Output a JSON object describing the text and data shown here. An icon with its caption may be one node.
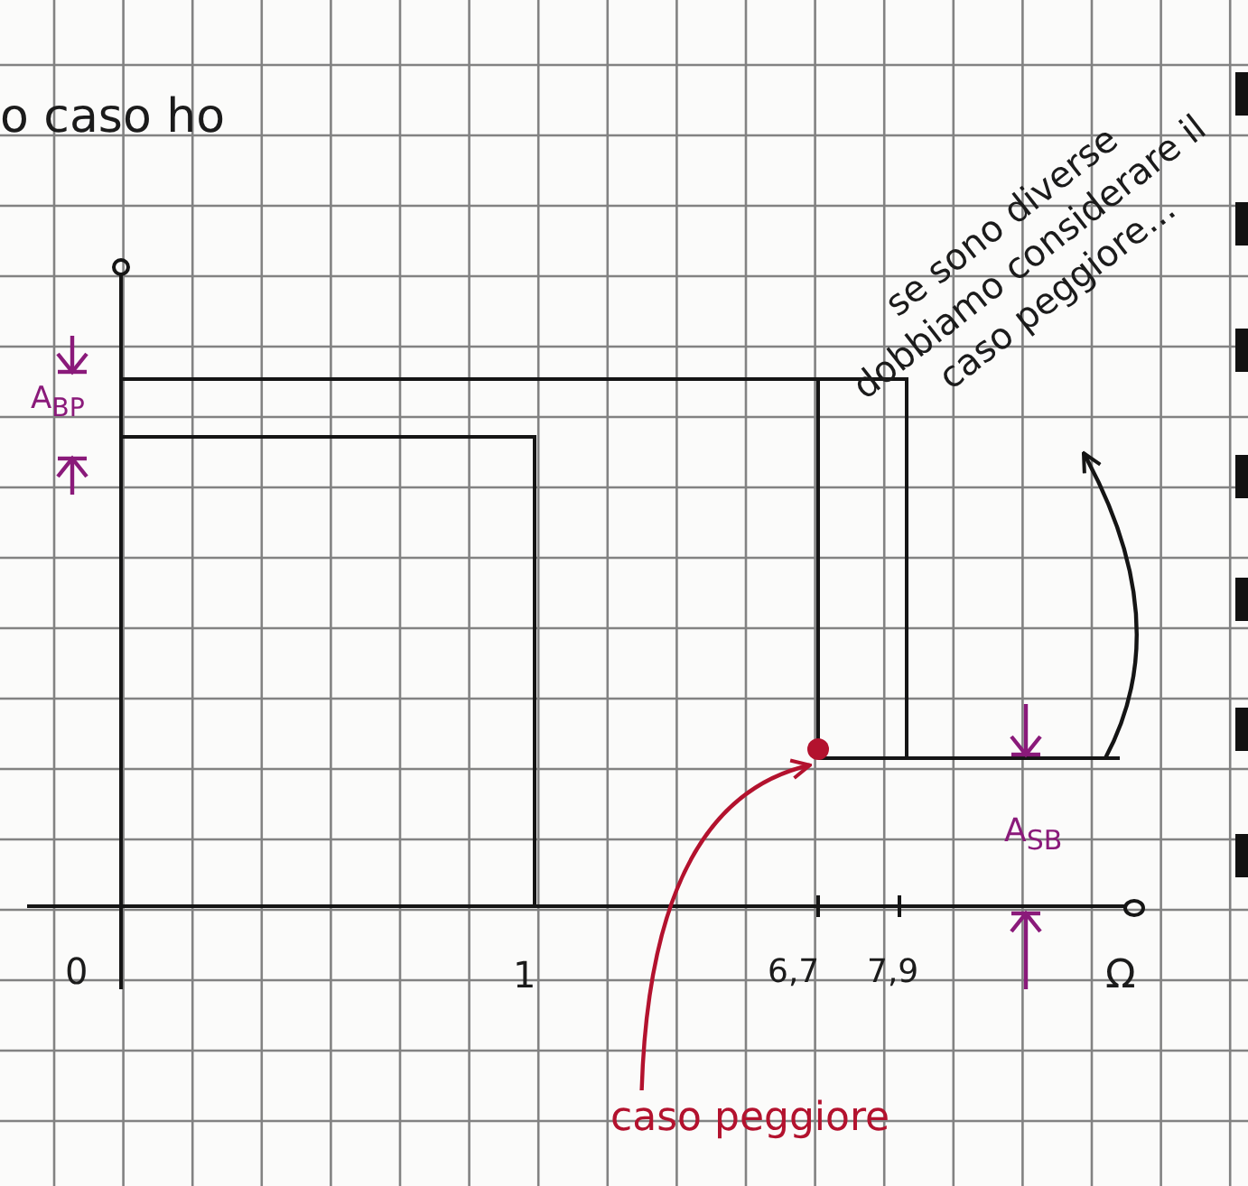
{
  "diagram": {
    "nodes": [
      {
        "text": [
          "se sono diverse dobbiamo considerare il caso peggiore..."
        ]
      },
      {
        "text": [
          "caso peggiore"
        ]
      },
      {
        "text": [],
        "shape": "circle"
      }
    ],
    "edges": [
      {
        "from": null,
        "to": 0,
        "arrow": "to"
      },
      {
        "from": 1,
        "to": 2,
        "arrow": "to",
        "color": "#b3122e"
      }
    ],
    "labels": [
      "o caso ho",
      "A$_{BP}$",
      "A$_{SB}$",
      "0",
      "1",
      "6,7",
      "7,9",
      "Ω"
    ]
  }
}
